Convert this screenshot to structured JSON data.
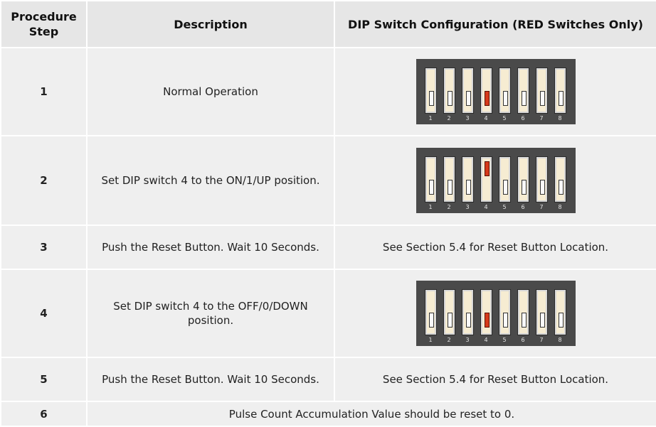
{
  "headers": {
    "step": "Procedure Step",
    "description": "Description",
    "dip": "DIP Switch Configuration (RED Switches Only)"
  },
  "rows": [
    {
      "step": "1",
      "description": "Normal Operation",
      "dip": {
        "red_switch": 4,
        "red_position": "down"
      }
    },
    {
      "step": "2",
      "description": "Set DIP switch 4 to the ON/1/UP position.",
      "dip": {
        "red_switch": 4,
        "red_position": "up"
      }
    },
    {
      "step": "3",
      "description": "Push the Reset Button.  Wait 10 Seconds.",
      "note": "See Section 5.4 for Reset Button Location."
    },
    {
      "step": "4",
      "description": "Set DIP switch 4 to the OFF/0/DOWN position.",
      "dip": {
        "red_switch": 4,
        "red_position": "down"
      }
    },
    {
      "step": "5",
      "description": "Push the Reset Button.  Wait 10 Seconds.",
      "note": "See Section 5.4 for Reset Button Location."
    },
    {
      "step": "6",
      "description": "Pulse Count Accumulation Value should be reset to 0."
    }
  ],
  "switch_numbers": [
    "1",
    "2",
    "3",
    "4",
    "5",
    "6",
    "7",
    "8"
  ],
  "colors": {
    "red_switch": "#d63a1a",
    "housing": "#4a4a4a",
    "cell": "#efefef"
  }
}
